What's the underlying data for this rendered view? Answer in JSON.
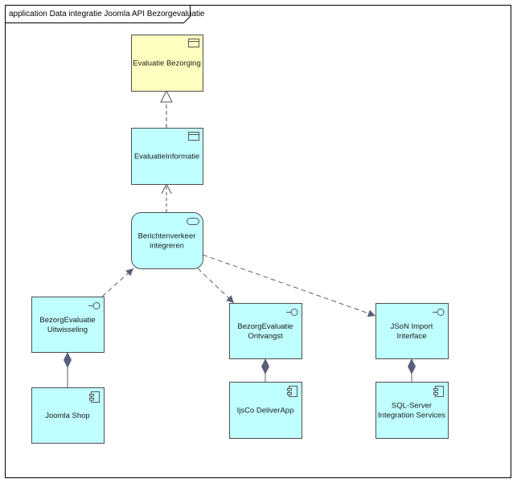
{
  "diagram": {
    "title": "application Data integratie Joomla API Bezorgevaluatie",
    "colors": {
      "object_fill": "#FFFFC0",
      "app_fill": "#C0FFFF",
      "stroke": "#4F4F4F",
      "connector": "#5A5F7A",
      "frame": "#000000"
    },
    "nodes": [
      {
        "id": "evaluatie-bezorging",
        "kind": "business-object",
        "label_lines": [
          "Evaluatie Bezorging"
        ]
      },
      {
        "id": "evaluatie-informatie",
        "kind": "data-object",
        "label_lines": [
          "EvaluatieInformatie"
        ]
      },
      {
        "id": "berichtenverkeer-integreren",
        "kind": "application-service",
        "label_lines": [
          "Berichtenverkeer",
          "integreren"
        ]
      },
      {
        "id": "bezorgevaluatie-uitwisseling",
        "kind": "application-interface",
        "label_lines": [
          "BezorgEvaluatie",
          "Uitwisseling"
        ]
      },
      {
        "id": "bezorgevaluatie-ontvangst",
        "kind": "application-interface",
        "label_lines": [
          "BezorgEvaluatie",
          "Ontvangst"
        ]
      },
      {
        "id": "json-import-interface",
        "kind": "application-interface",
        "label_lines": [
          "JSoN Import",
          "Interface"
        ]
      },
      {
        "id": "joomla-shop",
        "kind": "application-component",
        "label_lines": [
          "Joomla Shop"
        ]
      },
      {
        "id": "ijsco-deliverapp",
        "kind": "application-component",
        "label_lines": [
          "IjsCo DeliverApp"
        ]
      },
      {
        "id": "sql-server-integration-services",
        "kind": "application-component",
        "label_lines": [
          "SQL-Server",
          "Integration Services"
        ]
      }
    ],
    "edges": [
      {
        "id": "realization-informatie-bezorging",
        "type": "realization",
        "from": "evaluatie-informatie",
        "to": "evaluatie-bezorging"
      },
      {
        "id": "access-service-informatie",
        "type": "access",
        "from": "berichtenverkeer-integreren",
        "to": "evaluatie-informatie"
      },
      {
        "id": "flow-uitwisseling-service",
        "type": "flow",
        "from": "bezorgevaluatie-uitwisseling",
        "to": "berichtenverkeer-integreren"
      },
      {
        "id": "flow-service-ontvangst",
        "type": "flow",
        "from": "berichtenverkeer-integreren",
        "to": "bezorgevaluatie-ontvangst"
      },
      {
        "id": "flow-service-json",
        "type": "flow",
        "from": "berichtenverkeer-integreren",
        "to": "json-import-interface"
      },
      {
        "id": "composition-joomla-uitwisseling",
        "type": "composition",
        "from": "joomla-shop",
        "to": "bezorgevaluatie-uitwisseling"
      },
      {
        "id": "composition-deliverapp-ontvangst",
        "type": "composition",
        "from": "ijsco-deliverapp",
        "to": "bezorgevaluatie-ontvangst"
      },
      {
        "id": "composition-ssis-json",
        "type": "composition",
        "from": "sql-server-integration-services",
        "to": "json-import-interface"
      }
    ]
  }
}
